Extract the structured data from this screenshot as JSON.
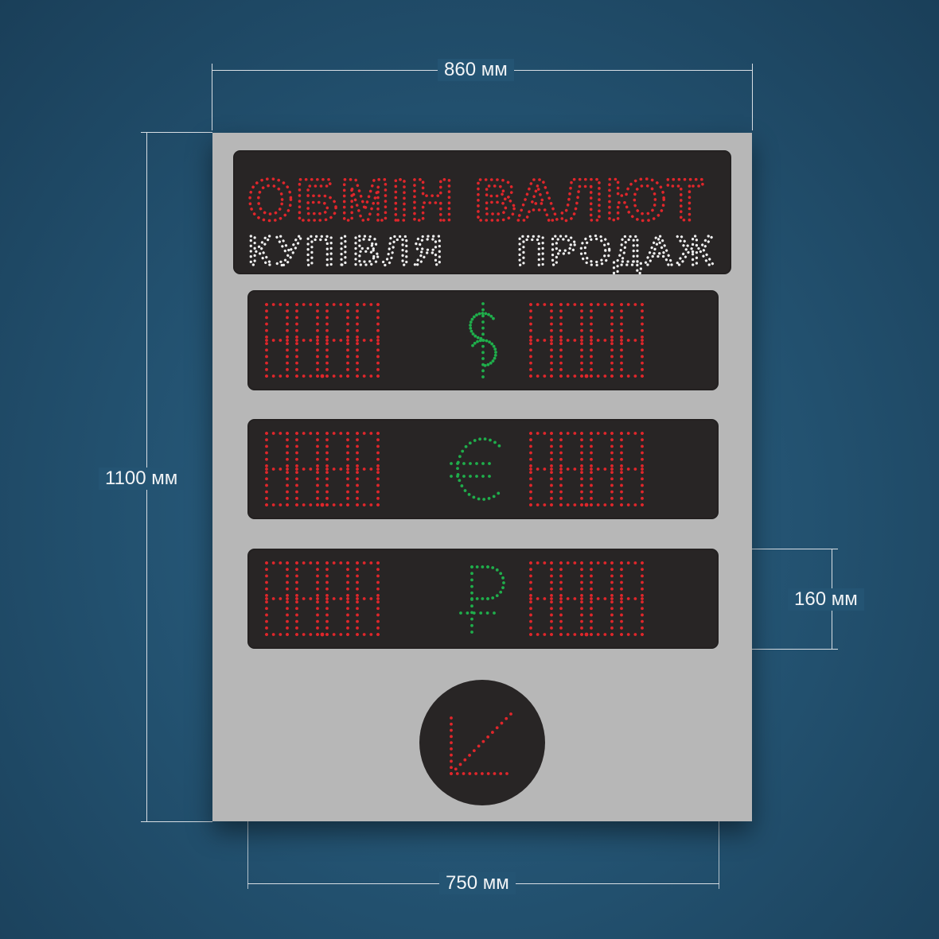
{
  "dimensions": {
    "width_label": "860 мм",
    "height_label": "1100 мм",
    "panel_height_label": "160 мм",
    "panel_width_label": "750 мм"
  },
  "header": {
    "title": "ОБМІН ВАЛЮТ",
    "buy_label": "КУПІВЛЯ",
    "sell_label": "ПРОДАЖ"
  },
  "rows": [
    {
      "symbol": "$",
      "icon": "dollar-icon",
      "buy_value": "88.88",
      "sell_value": "88.88"
    },
    {
      "symbol": "€",
      "icon": "euro-icon",
      "buy_value": "88.88",
      "sell_value": "88.88"
    },
    {
      "symbol": "₽",
      "icon": "ruble-icon",
      "buy_value": "88.88",
      "sell_value": "88.88"
    }
  ],
  "arrow": {
    "icon": "arrow-down-left-icon"
  },
  "colors": {
    "led_red": "#e0262b",
    "led_green": "#1fae4b",
    "led_white": "#f0f0f0",
    "panel": "#282525",
    "board": "#b7b7b7"
  }
}
